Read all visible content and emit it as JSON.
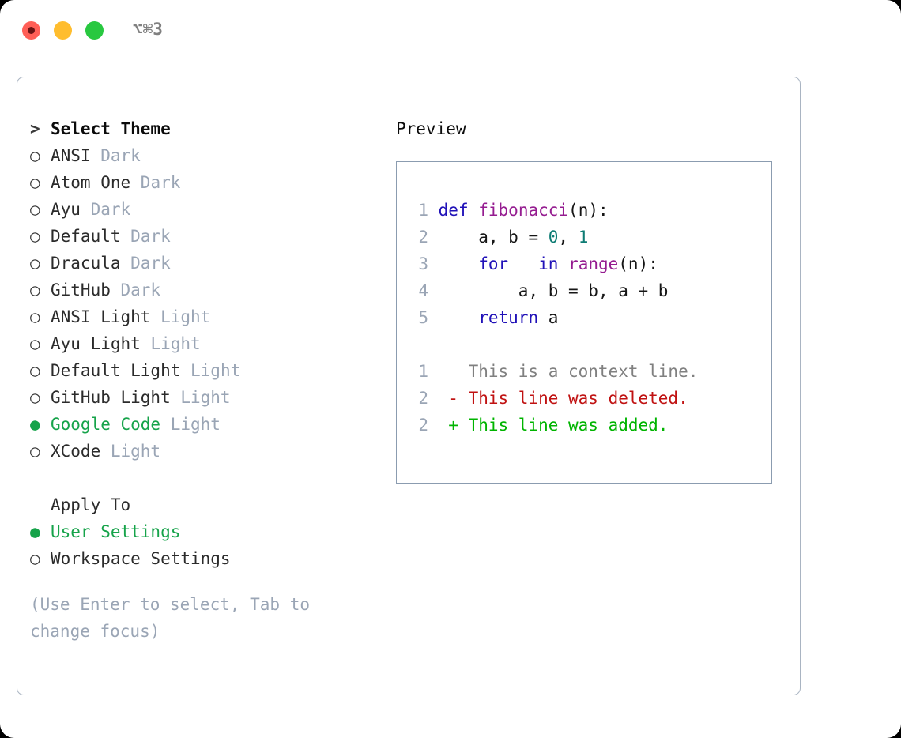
{
  "titlebar": {
    "shortcut": "⌥⌘3",
    "buttons": {
      "close": "close",
      "minimize": "minimize",
      "zoom": "zoom"
    }
  },
  "colors": {
    "selection_green": "#16a34a",
    "muted": "#9aa5b5",
    "panel_border": "#a9b4c2",
    "preview_border": "#8b9cb0",
    "keyword": "#2011b8",
    "function": "#951c90",
    "number": "#0e7c74",
    "diff_added": "#00b400",
    "diff_deleted": "#c01212",
    "diff_context": "#808080",
    "traffic_red": "#ff5f57",
    "traffic_yellow": "#ffbd2e",
    "traffic_green": "#28c840"
  },
  "left": {
    "heading_marker": ">",
    "heading": "Select Theme",
    "marker_unselected": "○",
    "marker_selected": "●",
    "themes": [
      {
        "name": "ANSI",
        "kind": "Dark",
        "selected": false
      },
      {
        "name": "Atom One",
        "kind": "Dark",
        "selected": false
      },
      {
        "name": "Ayu",
        "kind": "Dark",
        "selected": false
      },
      {
        "name": "Default",
        "kind": "Dark",
        "selected": false
      },
      {
        "name": "Dracula",
        "kind": "Dark",
        "selected": false
      },
      {
        "name": "GitHub",
        "kind": "Dark",
        "selected": false
      },
      {
        "name": "ANSI Light",
        "kind": "Light",
        "selected": false
      },
      {
        "name": "Ayu Light",
        "kind": "Light",
        "selected": false
      },
      {
        "name": "Default Light",
        "kind": "Light",
        "selected": false
      },
      {
        "name": "GitHub Light",
        "kind": "Light",
        "selected": false
      },
      {
        "name": "Google Code",
        "kind": "Light",
        "selected": true
      },
      {
        "name": "XCode",
        "kind": "Light",
        "selected": false
      }
    ],
    "apply_to_label": "Apply To",
    "apply_to_options": [
      {
        "name": "User Settings",
        "selected": true
      },
      {
        "name": "Workspace Settings",
        "selected": false
      }
    ],
    "hint": "(Use Enter to select, Tab to change focus)"
  },
  "right": {
    "preview_title": "Preview",
    "code_lines": [
      {
        "no": "1",
        "tokens": [
          {
            "t": "def",
            "c": "kw"
          },
          {
            "t": " ",
            "c": "pl"
          },
          {
            "t": "fibonacci",
            "c": "fn"
          },
          {
            "t": "(n):",
            "c": "pl"
          }
        ]
      },
      {
        "no": "2",
        "tokens": [
          {
            "t": "    a, b = ",
            "c": "pl"
          },
          {
            "t": "0",
            "c": "num"
          },
          {
            "t": ", ",
            "c": "pl"
          },
          {
            "t": "1",
            "c": "num"
          }
        ]
      },
      {
        "no": "3",
        "tokens": [
          {
            "t": "    ",
            "c": "pl"
          },
          {
            "t": "for",
            "c": "kw"
          },
          {
            "t": " _ ",
            "c": "pl"
          },
          {
            "t": "in",
            "c": "kw"
          },
          {
            "t": " ",
            "c": "pl"
          },
          {
            "t": "range",
            "c": "fn"
          },
          {
            "t": "(n):",
            "c": "pl"
          }
        ]
      },
      {
        "no": "4",
        "tokens": [
          {
            "t": "        a, b = b, a + b",
            "c": "pl"
          }
        ]
      },
      {
        "no": "5",
        "tokens": [
          {
            "t": "    ",
            "c": "pl"
          },
          {
            "t": "return",
            "c": "kw"
          },
          {
            "t": " a",
            "c": "pl"
          }
        ]
      }
    ],
    "diff_lines": [
      {
        "no": "1",
        "sign": " ",
        "text": "This is a context line.",
        "kind": "ctx"
      },
      {
        "no": "2",
        "sign": "-",
        "text": "This line was deleted.",
        "kind": "del"
      },
      {
        "no": "2",
        "sign": "+",
        "text": "This line was added.",
        "kind": "add"
      }
    ]
  }
}
